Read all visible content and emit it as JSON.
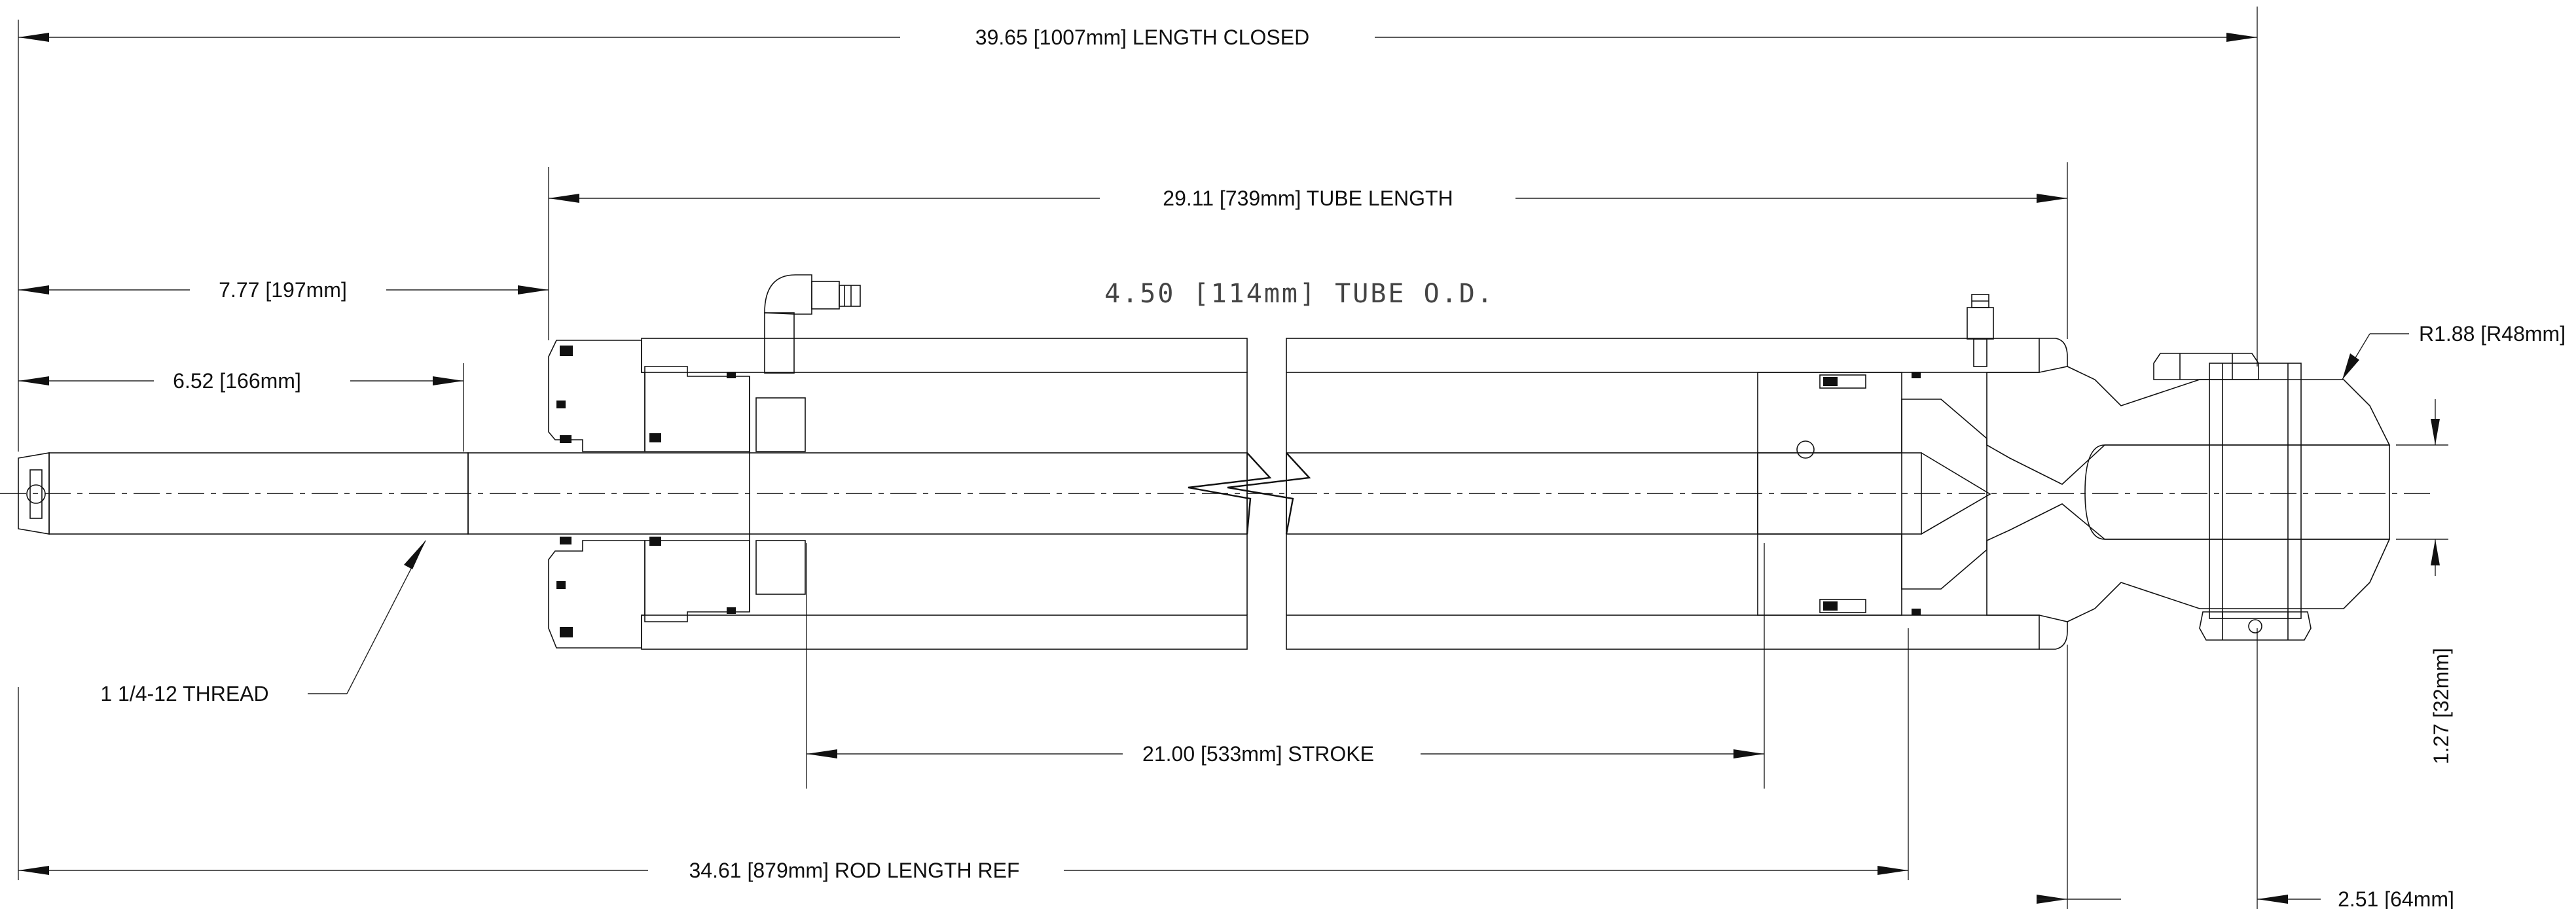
{
  "dimensions": {
    "length_closed": "39.65 [1007mm] LENGTH CLOSED",
    "tube_length": "29.11 [739mm] TUBE LENGTH",
    "rod_extension": "7.77 [197mm]",
    "thread_length": "6.52 [166mm]",
    "tube_od": "4.50 [114mm] TUBE O.D.",
    "clevis_radius": "R1.88 [R48mm]",
    "thread_spec": "1 1/4-12 THREAD",
    "stroke": "21.00 [533mm] STROKE",
    "rod_length_ref": "34.61 [879mm] ROD LENGTH REF",
    "clevis_gap": "1.27 [32mm]",
    "pin_offset": "2.51 [64mm]"
  }
}
